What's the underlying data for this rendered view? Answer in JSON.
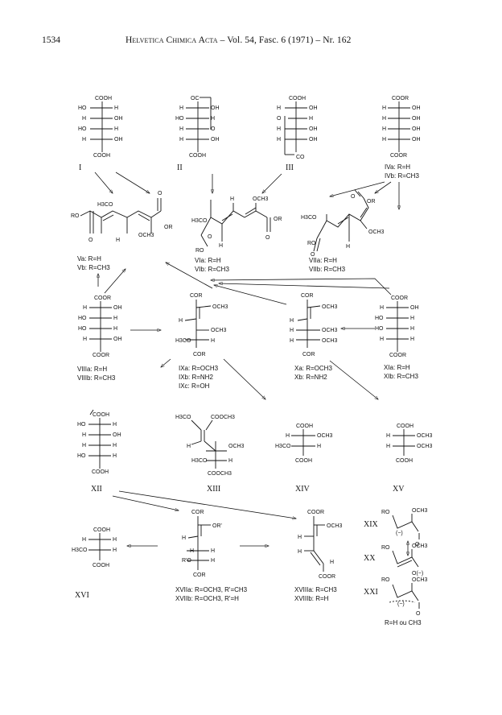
{
  "header": {
    "page_number": "1534",
    "journal": "Helvetica Chimica Acta",
    "volume_info": "– Vol. 54, Fasc. 6 (1971) –",
    "article": "Nr. 162"
  },
  "compounds": {
    "I": {
      "numeral": "I",
      "top": "COOH",
      "bottom": "COOH",
      "rows": [
        [
          "HO",
          "H"
        ],
        [
          "H",
          "OH"
        ],
        [
          "HO",
          "H"
        ],
        [
          "H",
          "OH"
        ]
      ]
    },
    "II": {
      "numeral": "II",
      "top": "OC",
      "bottom": "COOH",
      "rows": [
        [
          "H",
          "OH"
        ],
        [
          "HO",
          "H"
        ],
        [
          "H",
          "O"
        ],
        [
          "H",
          "OH"
        ]
      ]
    },
    "III": {
      "numeral": "III",
      "top": "COOH",
      "bottom": "CO",
      "rows": [
        [
          "H",
          "OH"
        ],
        [
          "O",
          "H"
        ],
        [
          "H",
          "OH"
        ],
        [
          "H",
          "OH"
        ]
      ]
    },
    "IV": {
      "numeral": "IV",
      "top": "COOR",
      "bottom": "COOR",
      "rows": [
        [
          "H",
          "OH"
        ],
        [
          "H",
          "OH"
        ],
        [
          "H",
          "OH"
        ],
        [
          "H",
          "OH"
        ]
      ],
      "labels": [
        "IVa: R=H",
        "IVb: R=CH3"
      ]
    },
    "V": {
      "labels": [
        "Va: R=H",
        "Vb: R=CH3"
      ],
      "groups": [
        "H3CO",
        "RO",
        "O",
        "H",
        "OCH3",
        "OR",
        "O"
      ]
    },
    "VI": {
      "labels": [
        "VIa: R=H",
        "VIb: R=CH3"
      ],
      "groups": [
        "H",
        "OCH3",
        "H3CO",
        "H",
        "OR",
        "RO",
        "O",
        "O"
      ]
    },
    "VII": {
      "labels": [
        "VIIa: R=H",
        "VIIb: R=CH3"
      ],
      "groups": [
        "O",
        "OR",
        "H3CO",
        "OCH3",
        "RO",
        "H",
        "O"
      ]
    },
    "VIII": {
      "top": "COOR",
      "bottom": "COOR",
      "rows": [
        [
          "H",
          "OH"
        ],
        [
          "HO",
          "H"
        ],
        [
          "HO",
          "H"
        ],
        [
          "H",
          "OH"
        ]
      ],
      "labels": [
        "VIIIa: R=H",
        "VIIIb: R=CH3"
      ]
    },
    "IX": {
      "top": "COR",
      "bottom": "COR",
      "groups": [
        "OCH3",
        "H",
        "OCH3",
        "H3CO",
        "H",
        "H"
      ],
      "labels": [
        "IXa: R=OCH3",
        "IXb: R=NH2",
        "IXc: R=OH"
      ]
    },
    "X": {
      "top": "COR",
      "bottom": "COR",
      "groups": [
        "OCH3",
        "H",
        "OCH3",
        "OCH3",
        "H",
        "H"
      ],
      "labels": [
        "Xa: R=OCH3",
        "Xb: R=NH2"
      ]
    },
    "XI": {
      "top": "COOR",
      "bottom": "COOR",
      "rows": [
        [
          "H",
          "OH"
        ],
        [
          "HO",
          "H"
        ],
        [
          "HO",
          "H"
        ],
        [
          "H",
          "H"
        ]
      ],
      "labels": [
        "XIa: R=H",
        "XIb: R=CH3"
      ]
    },
    "XII": {
      "numeral": "XII",
      "top": "COOH",
      "bottom": "COOH",
      "rows": [
        [
          "HO",
          "H"
        ],
        [
          "H",
          "OH"
        ],
        [
          "H",
          "H"
        ],
        [
          "HO",
          "H"
        ]
      ]
    },
    "XIII": {
      "numeral": "XIII",
      "groups": [
        "H3CO",
        "COOCH3",
        "H",
        "OCH3",
        "H3CO",
        "H",
        "COOCH3"
      ]
    },
    "XIV": {
      "numeral": "XIV",
      "top": "COOH",
      "bottom": "COOH",
      "rows": [
        [
          "H",
          "OCH3"
        ],
        [
          "H3CO",
          "H"
        ]
      ]
    },
    "XV": {
      "numeral": "XV",
      "top": "COOH",
      "bottom": "COOH",
      "rows": [
        [
          "H",
          "OCH3"
        ],
        [
          "H",
          "OCH3"
        ]
      ]
    },
    "XVI": {
      "numeral": "XVI",
      "top": "COOH",
      "bottom": "COOH",
      "rows": [
        [
          "H",
          "H"
        ],
        [
          "H3CO",
          "H"
        ]
      ]
    },
    "XVII": {
      "top": "COR",
      "bottom": "COR",
      "groups": [
        "OR'",
        "H",
        "R'O",
        "H",
        "H",
        "H"
      ],
      "labels": [
        "XVIIa: R=OCH3, R'=CH3",
        "XVIIb: R=OCH3, R'=H"
      ]
    },
    "XVIII": {
      "top": "COOR",
      "bottom": "COOR",
      "groups": [
        "OCH3",
        "H",
        "H",
        "H"
      ],
      "labels": [
        "XVIIIa: R=CH3",
        "XVIIIb: R=H"
      ]
    },
    "XIX": {
      "numeral": "XIX",
      "groups": [
        "RO",
        "OCH3",
        "(−)",
        "O"
      ]
    },
    "XX": {
      "numeral": "XX",
      "groups": [
        "RO",
        "OCH3",
        "O(−)"
      ]
    },
    "XXI": {
      "numeral": "XXI",
      "groups": [
        "RO",
        "OCH3",
        "O",
        "(−)"
      ],
      "note": "R=H ou CH3"
    }
  }
}
